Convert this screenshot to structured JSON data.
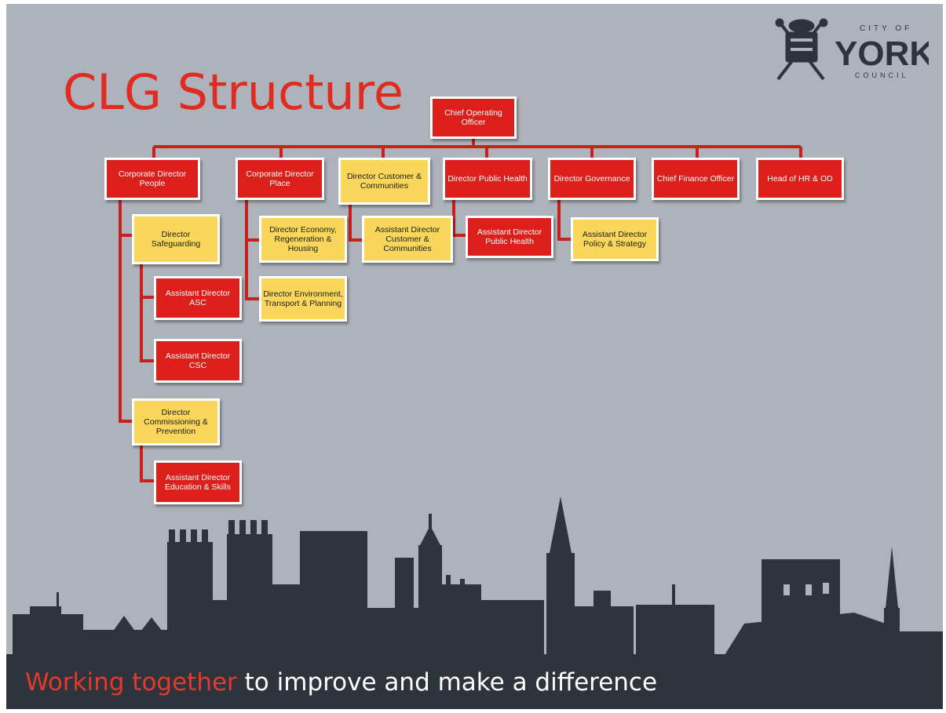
{
  "title": "CLG Structure",
  "logo": {
    "top": "CITY OF",
    "main": "YORK",
    "bottom": "COUNCIL"
  },
  "tagline": {
    "highlight": "Working together",
    "rest": "to improve and make a difference"
  },
  "nodes": {
    "coo": "Chief Operating Officer",
    "cd_people": "Corporate Director People",
    "cd_place": "Corporate Director Place",
    "d_customer": "Director Customer & Communities",
    "d_public_health": "Director Public Health",
    "d_governance": "Director Governance",
    "cfo": "Chief Finance Officer",
    "head_hr": "Head of HR & OD",
    "d_safeguarding": "Director Safeguarding",
    "ad_asc": "Assistant Director ASC",
    "ad_csc": "Assistant Director CSC",
    "d_commissioning": "Director Commissioning & Prevention",
    "ad_education": "Assistant Director Education & Skills",
    "d_economy": "Director Economy, Regeneration & Housing",
    "d_environment": "Director Environment, Transport & Planning",
    "ad_customer": "Assistant Director Customer & Communities",
    "ad_public_health": "Assistant Director Public Health",
    "ad_policy": "Assistant Director Policy & Strategy"
  },
  "colors": {
    "background": "#aeb3bb",
    "red": "#dc1f1a",
    "yellow": "#fad75a",
    "connector": "#c8201b",
    "dark": "#2f333b"
  }
}
